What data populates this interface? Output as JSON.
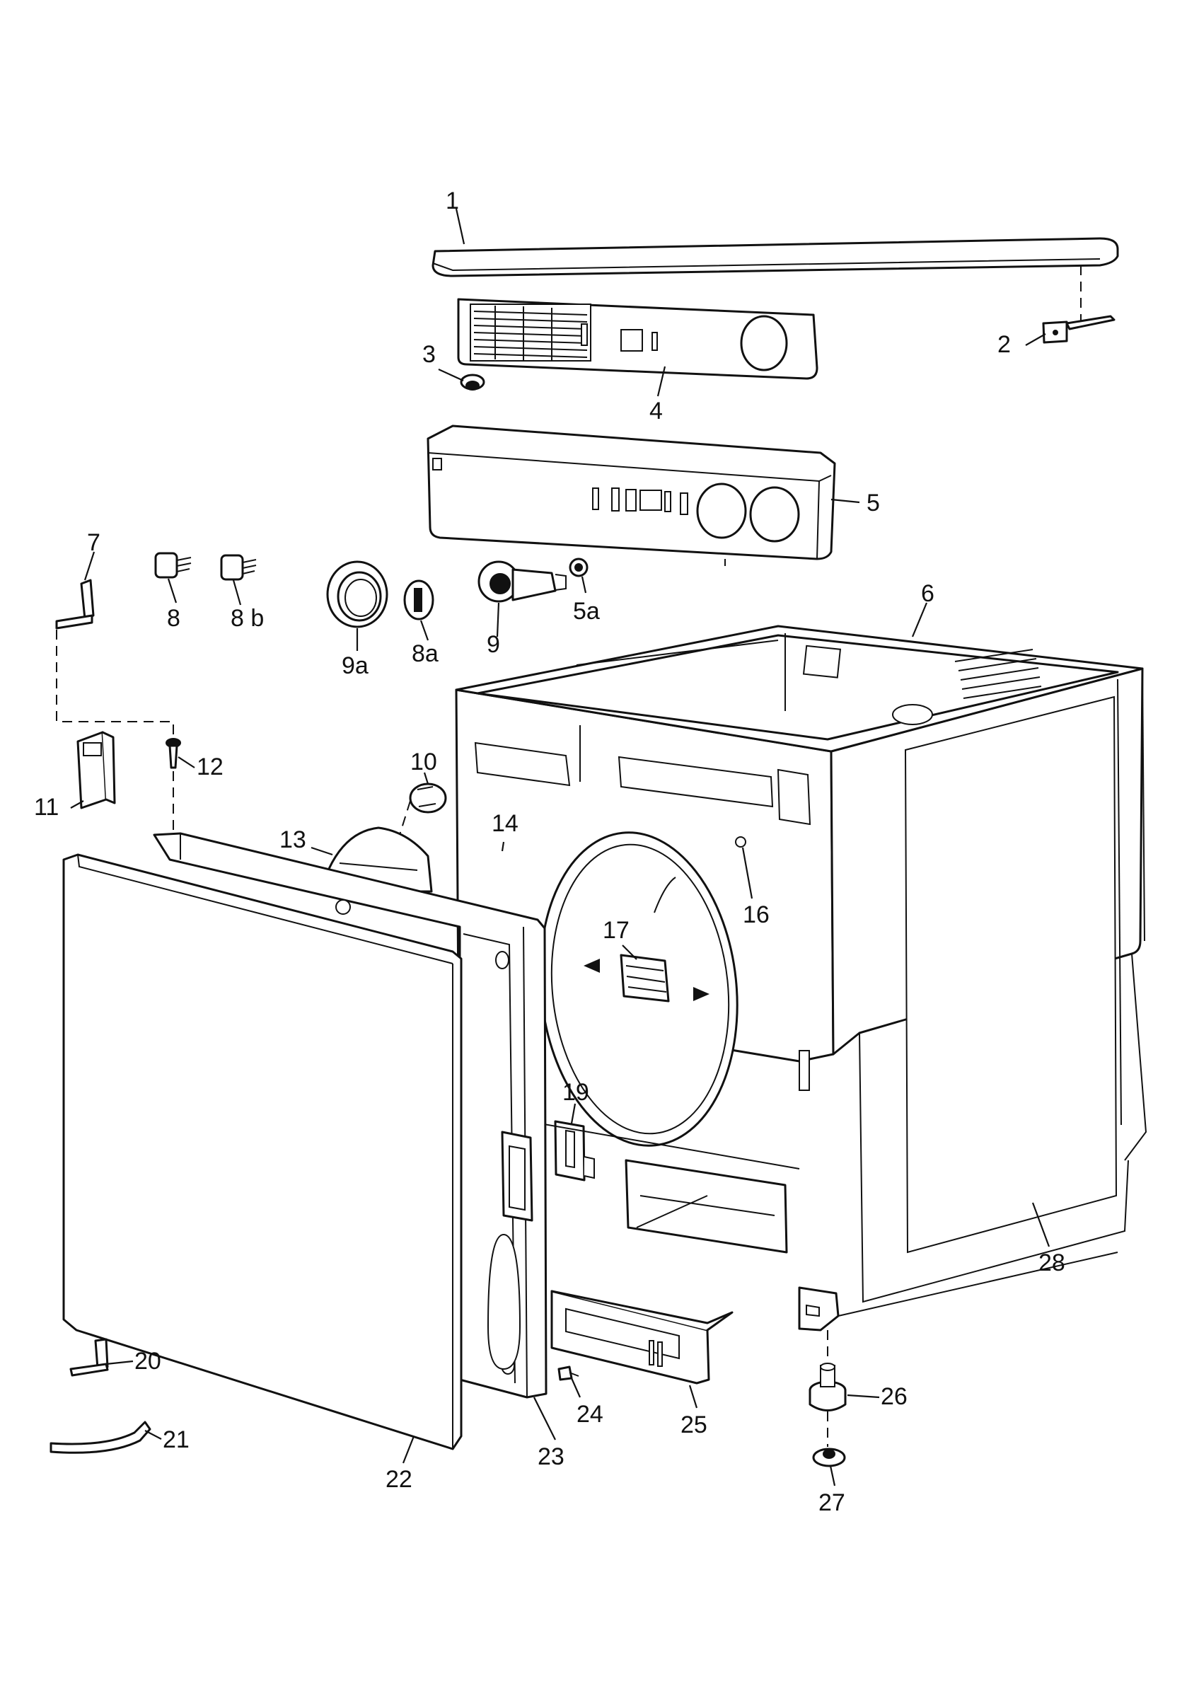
{
  "diagram": {
    "callouts": {
      "c1": "1",
      "c2": "2",
      "c3": "3",
      "c4": "4",
      "c5": "5",
      "c5a": "5a",
      "c6": "6",
      "c7": "7",
      "c8": "8",
      "c8b": "8 b",
      "c8a": "8a",
      "c9": "9",
      "c9a": "9a",
      "c10": "10",
      "c11": "11",
      "c12": "12",
      "c13": "13",
      "c14": "14",
      "c16": "16",
      "c17": "17",
      "c19": "19",
      "c20": "20",
      "c21": "21",
      "c22": "22",
      "c23": "23",
      "c24": "24",
      "c25": "25",
      "c26": "26",
      "c27": "27",
      "c28": "28"
    }
  },
  "colors": {
    "ink": "#111111",
    "paper": "#ffffff"
  }
}
